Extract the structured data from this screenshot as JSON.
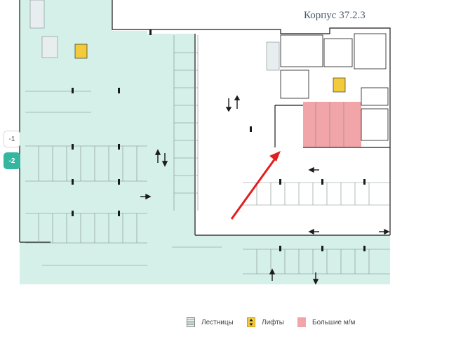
{
  "building": {
    "title": "Корпус 37.2.3"
  },
  "levels": [
    {
      "label": "-1",
      "active": false
    },
    {
      "label": "-2",
      "active": true
    }
  ],
  "legend": {
    "stairs": "Лестницы",
    "lifts": "Лифты",
    "large_spaces": "Большие м/м"
  },
  "colors": {
    "parking_zone": "#d5efe9",
    "large_space": "#f1a5a8",
    "lift": "#f3cb3a",
    "accent": "#35b6a0",
    "arrow": "#e02020",
    "wall": "#1a1a1a"
  },
  "icons": [
    "stairs-icon",
    "lift-icon",
    "large-space-swatch",
    "direction-arrow-icon"
  ]
}
